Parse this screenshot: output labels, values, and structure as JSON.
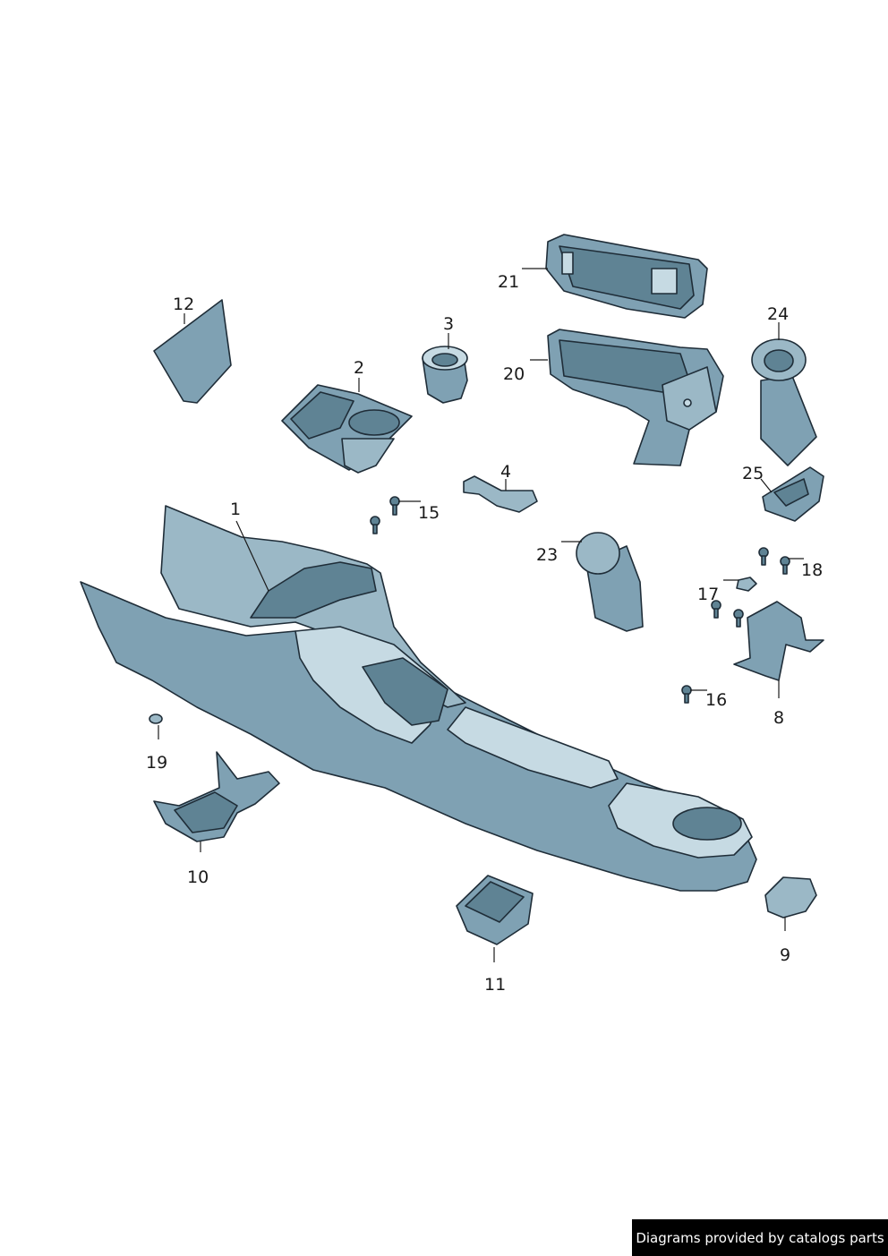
{
  "callouts": {
    "c1": "1",
    "c2": "2",
    "c3": "3",
    "c4": "4",
    "c8": "8",
    "c9": "9",
    "c10": "10",
    "c11": "11",
    "c12": "12",
    "c15": "15",
    "c16": "16",
    "c17": "17",
    "c18": "18",
    "c19": "19",
    "c20": "20",
    "c21": "21",
    "c23": "23",
    "c24": "24",
    "c25": "25"
  },
  "watermark": "Diagrams provided by catalogs parts",
  "colors": {
    "part_fill": "#7fa1b3",
    "part_light": "#c6dae3",
    "part_dark": "#5f8394",
    "outline": "#1f2d38",
    "watermark_bg": "#000000"
  }
}
